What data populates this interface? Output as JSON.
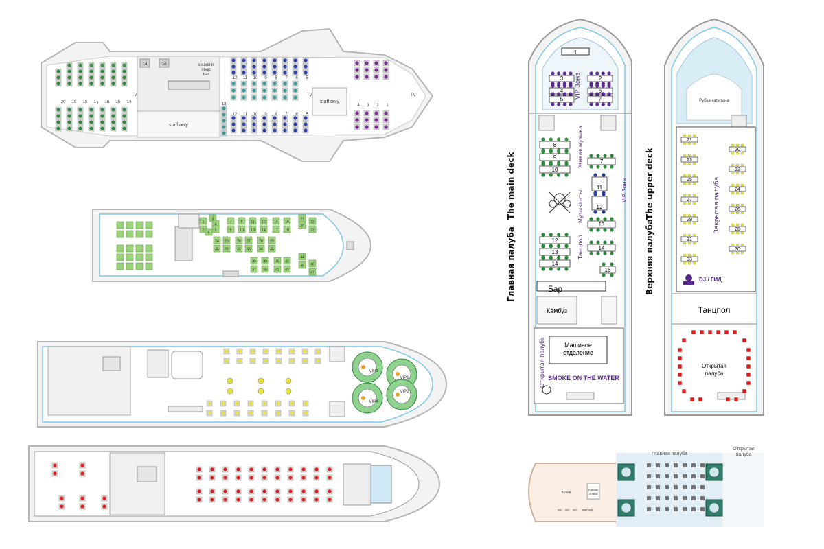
{
  "plan_a": {
    "tv_left": "TV",
    "tv_right": "TV",
    "tv_small": "TV",
    "souvenir": [
      "souvenir",
      "shop",
      "bar"
    ],
    "staff_only_left": "staff only",
    "staff_only_right": "staff only",
    "box_labels": [
      "14",
      "14"
    ],
    "row_numbers_green": [
      "20",
      "19",
      "18",
      "17",
      "16",
      "15",
      "14"
    ],
    "row_numbers_blue_top": [
      "12",
      "11",
      "10",
      "9",
      "8",
      "7",
      "6",
      "5"
    ],
    "row_numbers_blue_bottom": [
      "12",
      "11",
      "10",
      "9",
      "8",
      "7",
      "6",
      "5"
    ],
    "row_number_teal": "13",
    "row_numbers_purple": [
      "4",
      "3",
      "2",
      "1"
    ]
  },
  "plan_b": {
    "table_numbers": [
      "1",
      "2",
      "3",
      "4",
      "5",
      "6",
      "7",
      "8",
      "9",
      "10",
      "11",
      "12",
      "13",
      "14",
      "15",
      "16",
      "17",
      "18",
      "19",
      "20",
      "21",
      "22",
      "23",
      "24",
      "25",
      "26",
      "27",
      "28",
      "29",
      "30",
      "31",
      "32",
      "33",
      "34",
      "35",
      "36",
      "37",
      "38",
      "39",
      "40",
      "41",
      "42",
      "43",
      "44",
      "45",
      "46",
      "47"
    ]
  },
  "plan_c": {
    "vip": [
      "VIP1",
      "VIP2",
      "VIP3",
      "VIP4"
    ]
  },
  "main_deck": {
    "label_en": "The main deck",
    "label_ru": "Главная палуба",
    "vip_zone": "VIP Зона",
    "vip_zone_side": "VIP Зона",
    "live_music": "Живая музыка",
    "musicians": "Музыканты",
    "dancefloor": "Танцпол",
    "bar": "Бар",
    "galley": "Камбуз",
    "engine_room": [
      "Машиное",
      "отделение"
    ],
    "open_deck": "Открытая палуба",
    "banner": "SMOKE ON THE WATER",
    "tables": [
      "1",
      "2",
      "3",
      "4",
      "5",
      "6",
      "7",
      "8",
      "9",
      "10",
      "11",
      "12",
      "13",
      "14",
      "16"
    ]
  },
  "upper_deck": {
    "label_en": "The upper deck",
    "label_ru": "Верхняя палуба",
    "wheelhouse": "Рубка капитана",
    "closed_deck": "Закрытая палуба",
    "dj": "DJ / ГИД",
    "dancefloor": "Танцпол",
    "open_deck": [
      "Открытая",
      "палуба"
    ],
    "tables_left": [
      "21",
      "23",
      "25",
      "27",
      "29",
      "31",
      "33"
    ],
    "tables_right": [
      "20",
      "22",
      "24",
      "26",
      "28",
      "30"
    ]
  },
  "plan_f": {
    "main_deck": "Главная палуба",
    "open_deck": [
      "Открытая",
      "палуба"
    ],
    "kitchen": "Кухня",
    "bar_counter": [
      "Барная",
      "стойка"
    ],
    "staff_only": "staff only",
    "wc": [
      "WC",
      "WC",
      "WC"
    ]
  },
  "colors": {
    "green": "#2e8b3a",
    "blue": "#2a3f9e",
    "teal": "#3a9a9a",
    "purple": "#7a2f8f",
    "yellow": "#e8e33a",
    "red": "#d81e1e",
    "table_green": "#9bd37a",
    "deck_purple": "#5a2a8a"
  }
}
